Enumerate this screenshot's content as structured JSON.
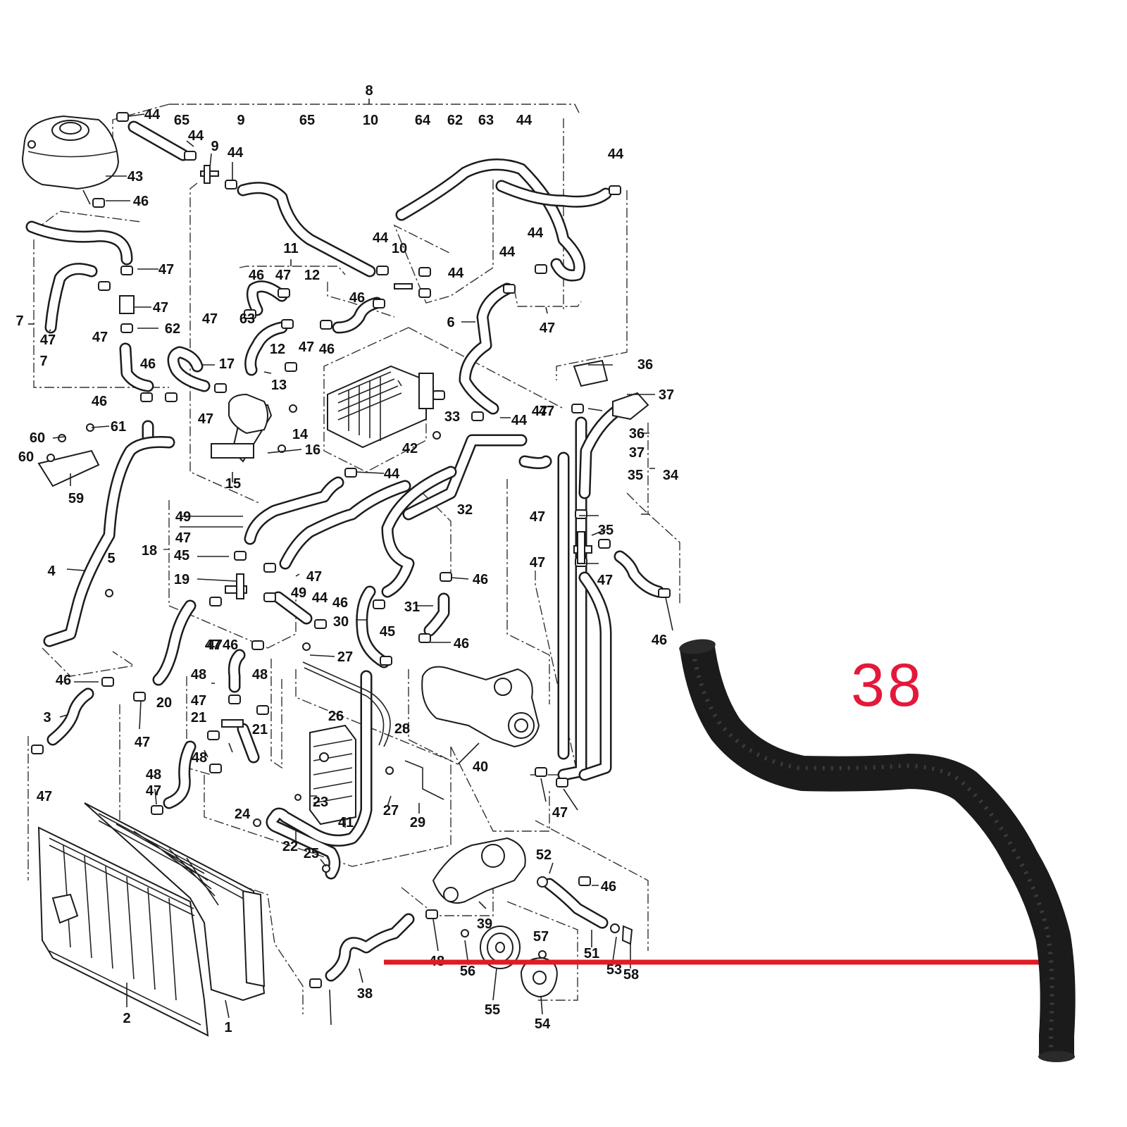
{
  "highlight": {
    "part_number": "38",
    "color": "#e3193b",
    "line_color": "#e01b24",
    "hose_color": "#1b1b1b"
  },
  "labels": [
    "8",
    "44",
    "65",
    "9",
    "65",
    "10",
    "64",
    "62",
    "63",
    "44",
    "44",
    "44",
    "9",
    "44",
    "43",
    "46",
    "44",
    "11",
    "10",
    "44",
    "46",
    "47",
    "12",
    "44",
    "44",
    "47",
    "46",
    "47",
    "12",
    "47",
    "46",
    "63",
    "47",
    "62",
    "6",
    "7",
    "47",
    "47",
    "47",
    "7",
    "17",
    "46",
    "13",
    "36",
    "47",
    "46",
    "47",
    "14",
    "42",
    "33",
    "44",
    "47",
    "37",
    "36",
    "60",
    "61",
    "60",
    "59",
    "15",
    "16",
    "44",
    "37",
    "34",
    "35",
    "32",
    "49",
    "47",
    "47",
    "35",
    "18",
    "45",
    "47",
    "47",
    "5",
    "4",
    "19",
    "47",
    "49",
    "46",
    "47",
    "46",
    "44",
    "31",
    "46",
    "30",
    "45",
    "46",
    "27",
    "4746",
    "46",
    "47",
    "48",
    "48",
    "20",
    "26",
    "3",
    "47",
    "21",
    "21",
    "48",
    "28",
    "47",
    "40",
    "48",
    "47",
    "23",
    "27",
    "24",
    "41",
    "29",
    "47",
    "22",
    "25",
    "52",
    "46",
    "39",
    "57",
    "51",
    "56",
    "53",
    "58",
    "38",
    "55",
    "54",
    "2",
    "1",
    "48"
  ]
}
